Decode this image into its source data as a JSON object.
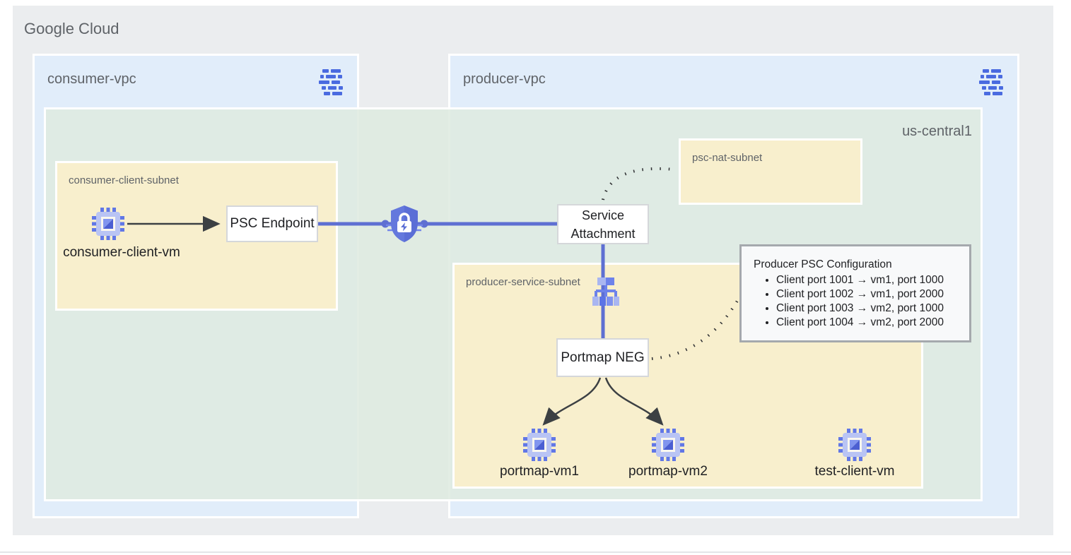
{
  "page": {
    "title": "Google Cloud"
  },
  "consumer_vpc": {
    "label": "consumer-vpc"
  },
  "producer_vpc": {
    "label": "producer-vpc"
  },
  "region": {
    "label": "us-central1"
  },
  "subnets": {
    "consumer_client": {
      "label": "consumer-client-subnet"
    },
    "psc_nat": {
      "label": "psc-nat-subnet"
    },
    "producer_service": {
      "label": "producer-service-subnet"
    }
  },
  "nodes": {
    "consumer_client_vm": {
      "label": "consumer-client-vm"
    },
    "psc_endpoint": {
      "label": "PSC Endpoint"
    },
    "service_attachment": {
      "label": "Service Attachment"
    },
    "portmap_neg": {
      "label": "Portmap NEG"
    },
    "portmap_vm1": {
      "label": "portmap-vm1"
    },
    "portmap_vm2": {
      "label": "portmap-vm2"
    },
    "test_client_vm": {
      "label": "test-client-vm"
    }
  },
  "psc_config": {
    "title": "Producer PSC Configuration",
    "rules": [
      "Client port 1001 → vm1, port 1000",
      "Client port 1002 → vm1, port 2000",
      "Client port 1003 → vm2, port 1000",
      "Client port 1004 → vm2, port 2000"
    ]
  },
  "icons": {
    "vpc_network": "vpc-network-icon",
    "vm_instance": "compute-engine-vm-icon",
    "secure_connection": "shield-lock-icon",
    "load_balancer": "load-balancer-icon"
  },
  "colors": {
    "gcp_background": "#ebedef",
    "vpc_fill": "#e1edfa",
    "region_fill": "#e4eee5",
    "subnet_fill": "#f8efcd",
    "connection_blue": "#5e6fd2",
    "icon_blue": "#4a6be0",
    "arrow_gray": "#3c4043",
    "label_gray": "#5f6368",
    "text_dark": "#202124"
  }
}
